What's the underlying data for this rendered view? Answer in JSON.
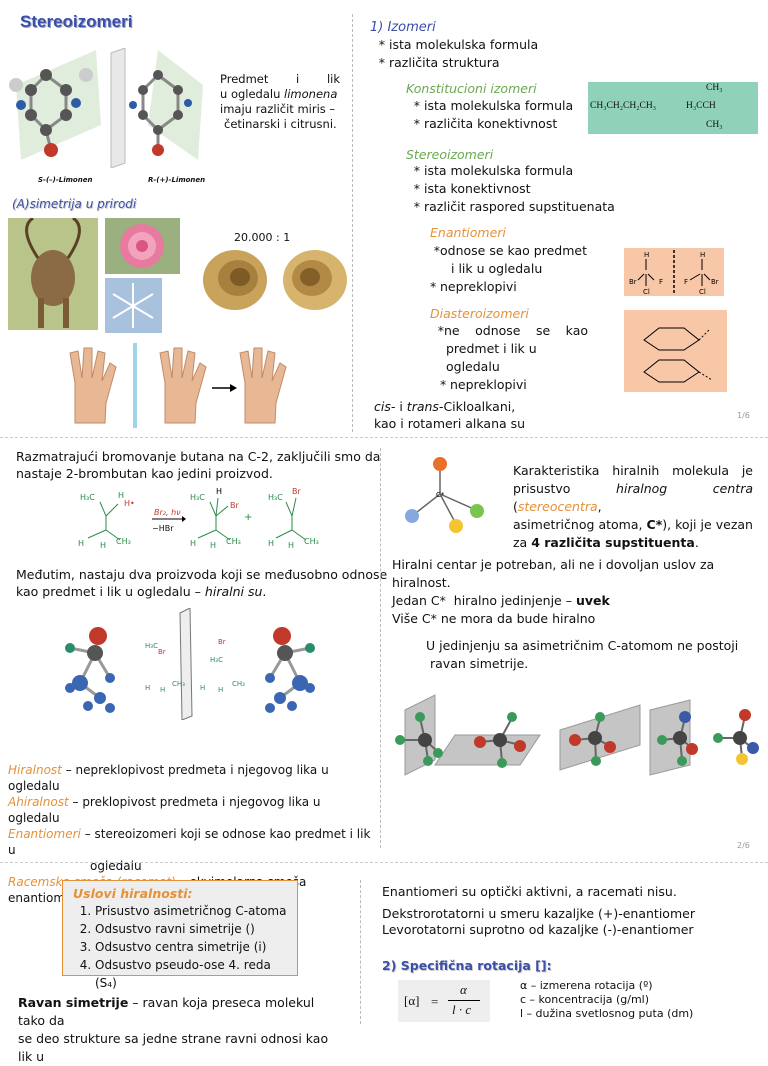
{
  "slide1": {
    "title": "Stereoizomeri",
    "limonen_left": "S-(–)-Limonen",
    "limonen_right": "R-(+)-Limonen",
    "limonen_text_1": "Predmet i lik",
    "limonen_text_2": "u ogledalu",
    "limonen_text_3": "limonena",
    "limonen_text_4": "imaju različit miris –",
    "limonen_text_5": "četinarski i citrusni.",
    "asym_heading": "(A)simetrija u prirodi",
    "scale": "20.000 : 1",
    "izomeri_heading": "1) Izomeri",
    "izomeri_1": "ista molekulska formula",
    "izomeri_2": "različita struktura",
    "konst_heading": "Konstitucioni izomeri",
    "konst_1": "ista molekulska formula",
    "konst_2": "različita konektivnost",
    "konst_mol_a": "CH₃CH₂CH₂CH₃",
    "konst_mol_b1": "CH₃",
    "konst_mol_b2": "H₃CCH",
    "konst_mol_b3": "CH₃",
    "stereo_heading": "Stereoizomeri",
    "stereo_1": "ista molekulska formula",
    "stereo_2": "ista konektivnost",
    "stereo_3": "različit raspored supstituenata",
    "enant_heading": "Enantiomeri",
    "enant_1a": "odnose se kao predmet",
    "enant_1b": "i lik u ogledalu",
    "enant_2": "nepreklopivi",
    "dia_heading": "Diasteroizomeri",
    "dia_1a": "ne odnose se kao",
    "dia_1b": "predmet i lik u ogledalu",
    "dia_2": "nepreklopivi",
    "cis": "cis-",
    "i_word": " i ",
    "trans": "trans-",
    "ciklo": "Cikloalkani,",
    "rotameri": "kao i rotameri alkana su",
    "page": "1/6",
    "star": "*"
  },
  "slide2": {
    "intro_1": "Razmatrajući bromovanje butana na C-2, zaključili smo da",
    "intro_2": "nastaje 2-brombutan kao jedini proizvod.",
    "reagent_top": "Br₂, hν",
    "reagent_bottom": "−HBr",
    "plus": "+",
    "medjutim_1": "Međutim, nastaju dva proizvoda koji se međusobno odnose",
    "medjutim_2": "kao predmet i lik u ogledalu –",
    "medjutim_3": "hiralni su",
    "gloss": [
      {
        "term": "Hiralnost",
        "def": " – nepreklopivost predmeta i njegovog lika u ogledalu"
      },
      {
        "term": "Ahiralnost",
        "def": " – preklopivost predmeta i njegovog lika u ogledalu"
      },
      {
        "term": "Enantiomeri",
        "def": " – stereoizomeri koji se odnose kao predmet i lik u"
      },
      {
        "term": "",
        "def": "ogledalu"
      },
      {
        "term": "Racemska smeša (racemat)",
        "def": " – ekvimolarna smeša enantiomera"
      }
    ],
    "karakt_1": "Karakteristika hiralnih molekula je",
    "karakt_2": "prisustvo",
    "karakt_3": "hiralnog centra",
    "karakt_4": "(",
    "karakt_5": "stereocentra",
    "karakt_6": ",",
    "karakt_7": "asimetričnog atoma,",
    "karakt_8": "C*",
    "karakt_9": "), koji je vezan",
    "karakt_10": "za",
    "karakt_11": "4 različita supstituenta",
    "hc_1": "Hiralni centar je potreban, ali ne i dovoljan uslov za hiralnost.",
    "hc_2a": "Jedan C*  hiralno jedinjenje – ",
    "hc_2b": "uvek",
    "hc_3": "Više C*  ne mora da bude hiralno",
    "sym_1": "U jedinjenju sa asimetričnim C-atomom ne postoji",
    "sym_2": "ravan simetrije.",
    "page": "2/6",
    "c_star": "C*"
  },
  "slide3": {
    "uslovi_heading": "Uslovi hiralnosti:",
    "uslovi": [
      "Prisustvo asimetričnog C-atoma",
      "Odsustvo ravni simetrije ()",
      "Odsustvo centra simetrije (i)",
      "Odsustvo pseudo-ose 4. reda (S₄)"
    ],
    "ravan_1a": "Ravan simetrije",
    "ravan_1b": " – ravan koja preseca molekul tako da",
    "ravan_2": "se deo strukture sa jedne strane ravni odnosi kao lik u",
    "opt_1": "Enantiomeri su optički aktivni, a racemati nisu.",
    "opt_2": "Dekstrorotatorni  u smeru kazaljke  (+)-enantiomer",
    "opt_3": "Levorotatorni  suprotno od kazaljke  (-)-enantiomer",
    "spec_heading": "2) Specifična rotacija []:",
    "formula_lhs": "[α]",
    "formula_num": "α",
    "formula_den": "l · c",
    "def_1": "α – izmerena rotacija (º)",
    "def_2": "c – koncentracija (g/ml)",
    "def_3": "l – dužina svetlosnog puta (dm)"
  }
}
